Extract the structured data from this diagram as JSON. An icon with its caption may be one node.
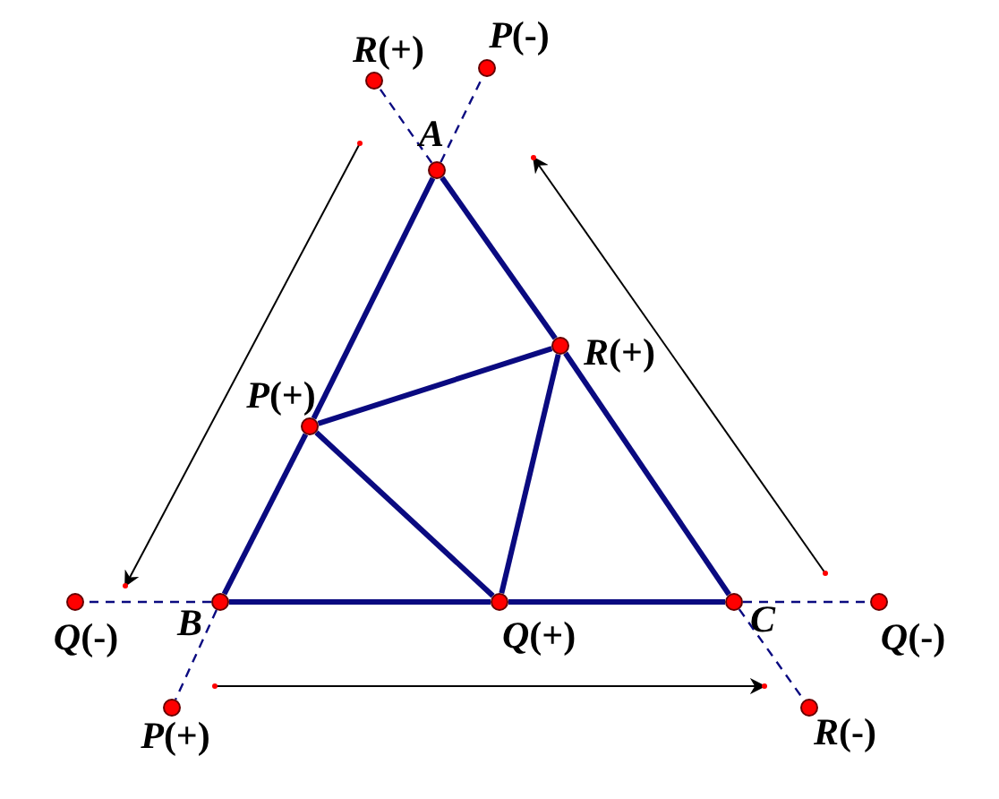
{
  "diagram": {
    "nodes": [
      {
        "text": [],
        "shape": "circle",
        "beside": [
          "*A*"
        ]
      },
      {
        "text": [],
        "shape": "circle",
        "beside": [
          "*R*(+)"
        ]
      },
      {
        "text": [],
        "shape": "circle",
        "beside": [
          "*P*(-)"
        ]
      },
      {
        "text": [],
        "shape": "circle",
        "beside": [
          "*P*(+)"
        ]
      },
      {
        "text": [],
        "shape": "circle",
        "beside": [
          "*R*(+)"
        ]
      },
      {
        "text": [],
        "shape": "circle",
        "beside": [
          "*B*"
        ]
      },
      {
        "text": [],
        "shape": "circle",
        "beside": [
          "*Q*(+)"
        ]
      },
      {
        "text": [],
        "shape": "circle",
        "beside": [
          "*C*"
        ]
      },
      {
        "text": [],
        "shape": "circle",
        "beside": [
          "*Q*(-)"
        ]
      },
      {
        "text": [],
        "shape": "circle",
        "beside": [
          "*Q*(-)"
        ]
      },
      {
        "text": [],
        "shape": "circle",
        "beside": [
          "*P*(+)"
        ]
      },
      {
        "text": [],
        "shape": "circle",
        "beside": [
          "*R*(-)"
        ]
      }
    ],
    "edges": [
      {
        "from": 0,
        "to": 3,
        "arrow": "none"
      },
      {
        "from": 3,
        "to": 5,
        "arrow": "none"
      },
      {
        "from": 5,
        "to": 6,
        "arrow": "none"
      },
      {
        "from": 6,
        "to": 7,
        "arrow": "none"
      },
      {
        "from": 7,
        "to": 4,
        "arrow": "none"
      },
      {
        "from": 4,
        "to": 0,
        "arrow": "none"
      },
      {
        "from": 3,
        "to": 4,
        "arrow": "none"
      },
      {
        "from": 4,
        "to": 6,
        "arrow": "none"
      },
      {
        "from": 6,
        "to": 3,
        "arrow": "none"
      },
      {
        "from": 0,
        "to": 1,
        "arrow": "none",
        "style": "dashed"
      },
      {
        "from": 0,
        "to": 2,
        "arrow": "none",
        "style": "dashed"
      },
      {
        "from": 5,
        "to": 8,
        "arrow": "none",
        "style": "dashed"
      },
      {
        "from": 5,
        "to": 10,
        "arrow": "none",
        "style": "dashed"
      },
      {
        "from": 7,
        "to": 9,
        "arrow": "none",
        "style": "dashed"
      },
      {
        "from": 7,
        "to": 11,
        "arrow": "none",
        "style": "dashed"
      }
    ]
  }
}
